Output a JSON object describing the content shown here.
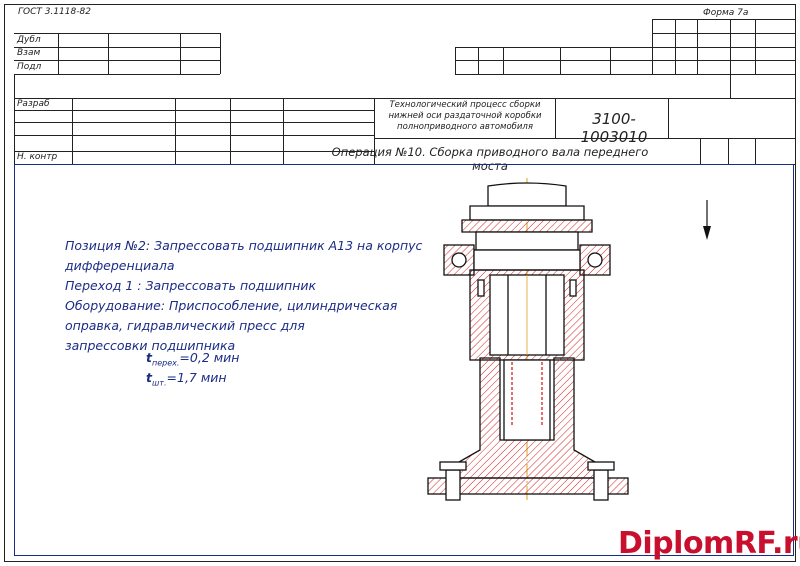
{
  "header": {
    "standard": "ГОСТ 3.1118-82",
    "form": "Форма 7а"
  },
  "stamp_rows": {
    "dubl": "Дубл",
    "vzam": "Взам",
    "podl": "Подл",
    "razrab": "Разраб",
    "n_kontr": "Н. контр"
  },
  "title_block": {
    "process_line1": "Технологический процесс сборки",
    "process_line2": "нижней оси раздаточной коробки",
    "process_line3": "полноприводного автомобиля",
    "doc_code": "3100-1003010",
    "operation": "Операция №10. Сборка приводного вала переднего моста"
  },
  "notes": {
    "line1": "Позиция №2: Запрессовать подшипник А13 на корпус",
    "line2": "дифференциала",
    "line3": "Переход 1 : Запрессовать подшипник",
    "line4": "Оборудование: Приспособление, цилиндрическая",
    "line5": "оправка, гидравлический пресс для",
    "line6": "запрессовки подшипника",
    "t1_symbol": "t",
    "t1_sub": "перех.",
    "t1_value": "=0,2 мин",
    "t2_symbol": "t",
    "t2_sub": "шт.",
    "t2_value": "=1,7 мин"
  },
  "watermark": "DiplomRF.ru",
  "colors": {
    "line": "#222222",
    "blue": "#1b2c86",
    "hatch": "#d62020",
    "axis": "#e0a020",
    "brand": "#c8102e"
  }
}
